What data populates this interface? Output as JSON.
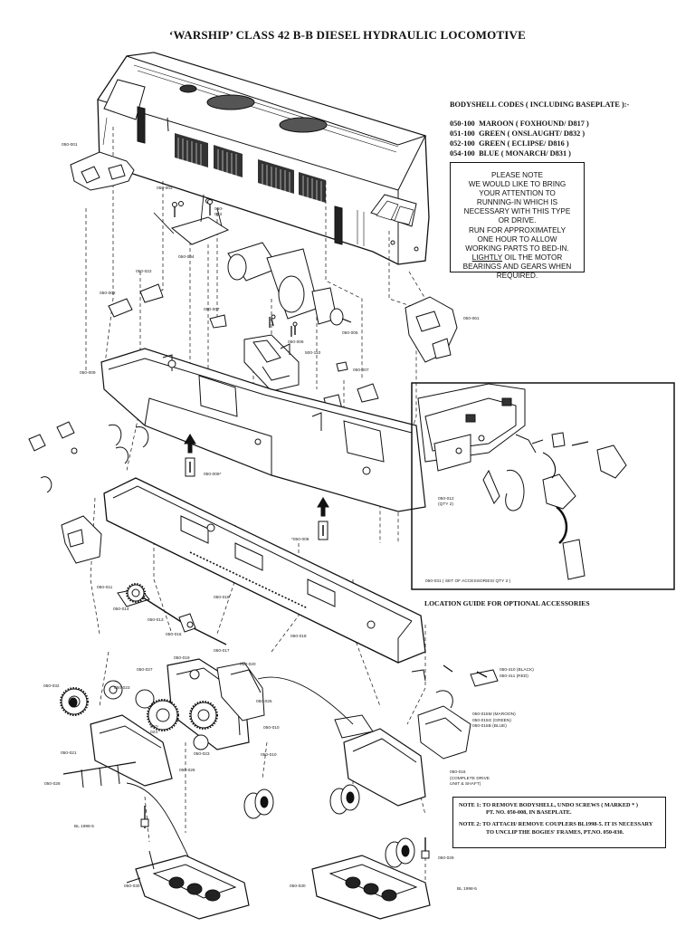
{
  "title": "‘WARSHIP’ CLASS 42 B-B DIESEL HYDRAULIC LOCOMOTIVE",
  "bodyshell": {
    "heading": "BODYSHELL CODES ( INCLUDING BASEPLATE ):-",
    "codes": [
      {
        "code": "050-100",
        "desc": "MAROON ( FOXHOUND/ D817 )"
      },
      {
        "code": "051-100",
        "desc": "GREEN ( ONSLAUGHT/ D832 )"
      },
      {
        "code": "052-100",
        "desc": "GREEN ( ECLIPSE/ D816 )"
      },
      {
        "code": "054-100",
        "desc": "BLUE ( MONARCH/ D831 )"
      }
    ]
  },
  "please_note": {
    "lines": [
      "PLEASE NOTE",
      "WE WOULD LIKE TO BRING",
      "YOUR ATTENTION TO",
      "RUNNING-IN WHICH IS",
      "NECESSARY WITH THIS TYPE",
      "OR DRIVE.",
      "RUN FOR APPROXIMATELY",
      "ONE HOUR TO ALLOW",
      "WORKING PARTS TO BED-IN."
    ],
    "lightly": "LIGHTLY",
    "lightly_rest": " OIL THE MOTOR",
    "lines2": [
      "BEARINGS AND GEARS WHEN",
      "REQUIRED."
    ]
  },
  "location_guide": "LOCATION GUIDE FOR OPTIONAL ACCESSORIES",
  "notes": {
    "note1_a": "NOTE 1: TO REMOVE BODYSHELL, UNDO SCREWS ( MARKED * )",
    "note1_b": "PT. NO. 050-008, IN BASEPLATE.",
    "note2_a": "NOTE 2: TO ATTACH/ REMOVE COUPLERS BL1998-5. IT IS NECESSARY",
    "note2_b": "TO UNCLIP THE BOGIES' FRAMES, PT.NO. 050-030."
  },
  "part_labels": {
    "p001": "050-001",
    "p003": "050-003",
    "p0xx": "050-\n003",
    "p004": "050-004",
    "p022": "050-022",
    "p002": "050-002",
    "p007a": "050-007",
    "p006": "050-006",
    "p005": "050-005",
    "p110": "500-110",
    "p007b": "050-007",
    "p009": "050-009",
    "p061": "050-061",
    "p008a": "050-008*",
    "p008b": "*050-008",
    "p012": "050-012\n(QTY 2)",
    "p031": "050-031 ( SET OF ACCESSORIES/ QTY 2 )",
    "p011": "050-011",
    "p014": "050-014",
    "p013": "050-013",
    "p016": "050-016",
    "p017": "050-017",
    "p018a": "050-018",
    "p018b": "050-018",
    "p019": "050-019",
    "p020": "050-020",
    "p027": "050-027",
    "p023": "050-023",
    "p025": "050-025",
    "p024": "050-\n024",
    "p021": "050-021",
    "p023b": "050-023",
    "p026": "050-026",
    "p028": "050-028",
    "p010a": "050-010",
    "p032": "050-032",
    "p010b": "050-010",
    "p410": "050-410 (BLACK)",
    "p411": "050-411 (RED)",
    "p015": "050-015M (MAROON)\n050-015G (GREEN)\n050-015B (BLUE)",
    "p016b": "050-016\n(COMPLETE DRIVE\nUNIT & SHAFT)",
    "bl1": "BL 1998-5",
    "p030a": "050-030",
    "p029": "050-029",
    "p030b": "050-030",
    "bl2": "BL 1998-5"
  }
}
